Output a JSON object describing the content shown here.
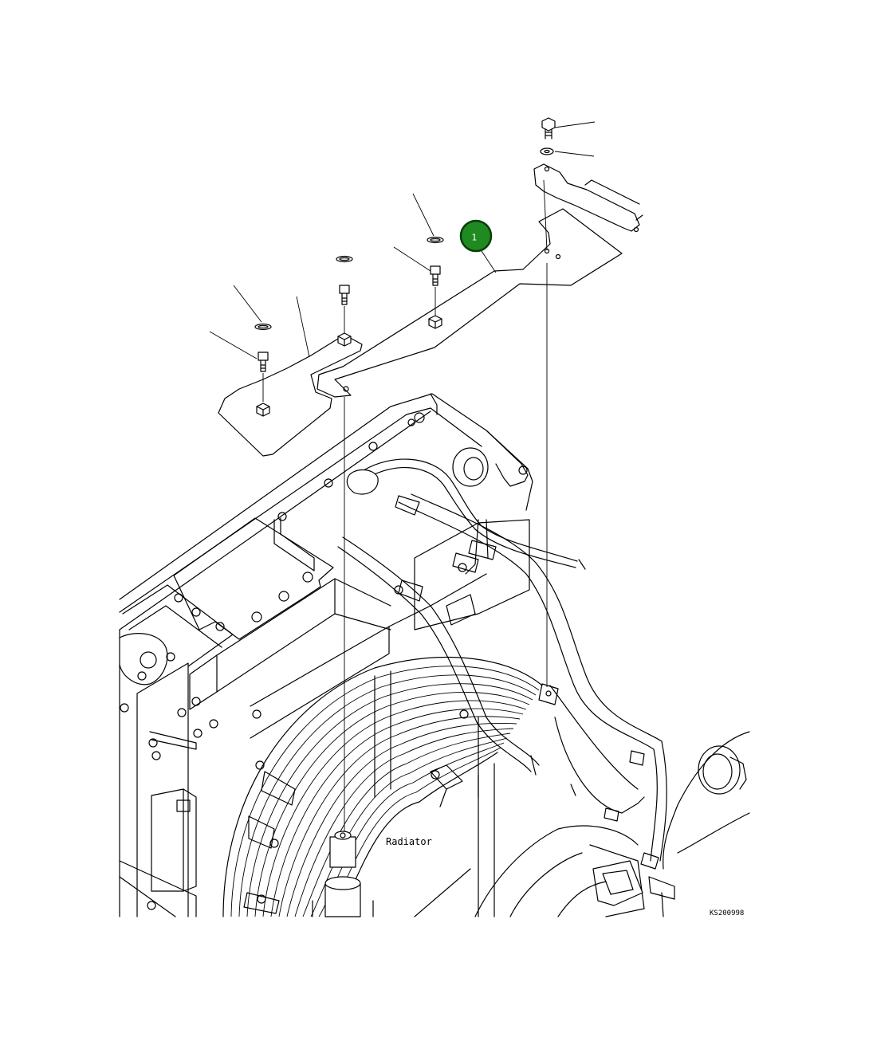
{
  "diagram": {
    "callout_number": "1",
    "radiator_label": "Radiator",
    "drawing_code": "KS200998",
    "callout_color": "#1f8a1f"
  }
}
